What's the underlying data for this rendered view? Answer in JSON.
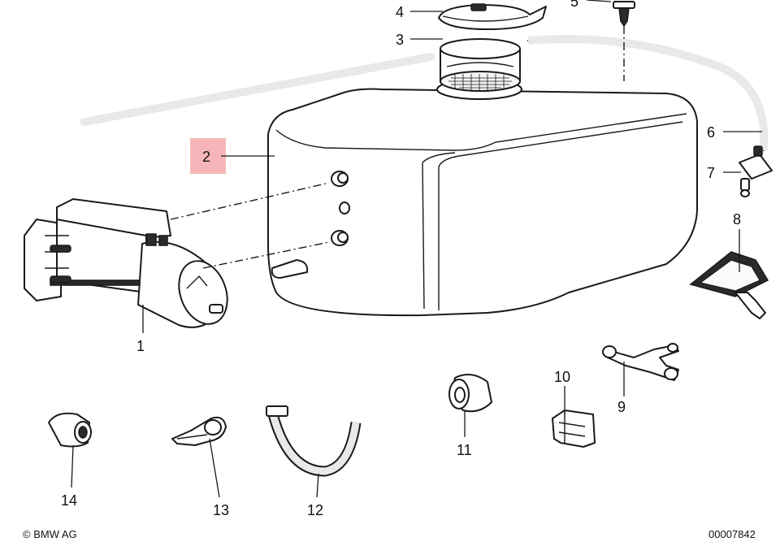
{
  "callouts": {
    "p1": "1",
    "p2": "2",
    "p3": "3",
    "p4": "4",
    "p5": "5",
    "p6": "6",
    "p7": "7",
    "p8": "8",
    "p9": "9",
    "p10": "10",
    "p11": "11",
    "p12": "12",
    "p13": "13",
    "p14": "14"
  },
  "highlighted_callout": "2",
  "highlight_color": "#f4a9ad",
  "footer": {
    "copyright": "© BMW AG",
    "diagram_number": "00007842"
  }
}
